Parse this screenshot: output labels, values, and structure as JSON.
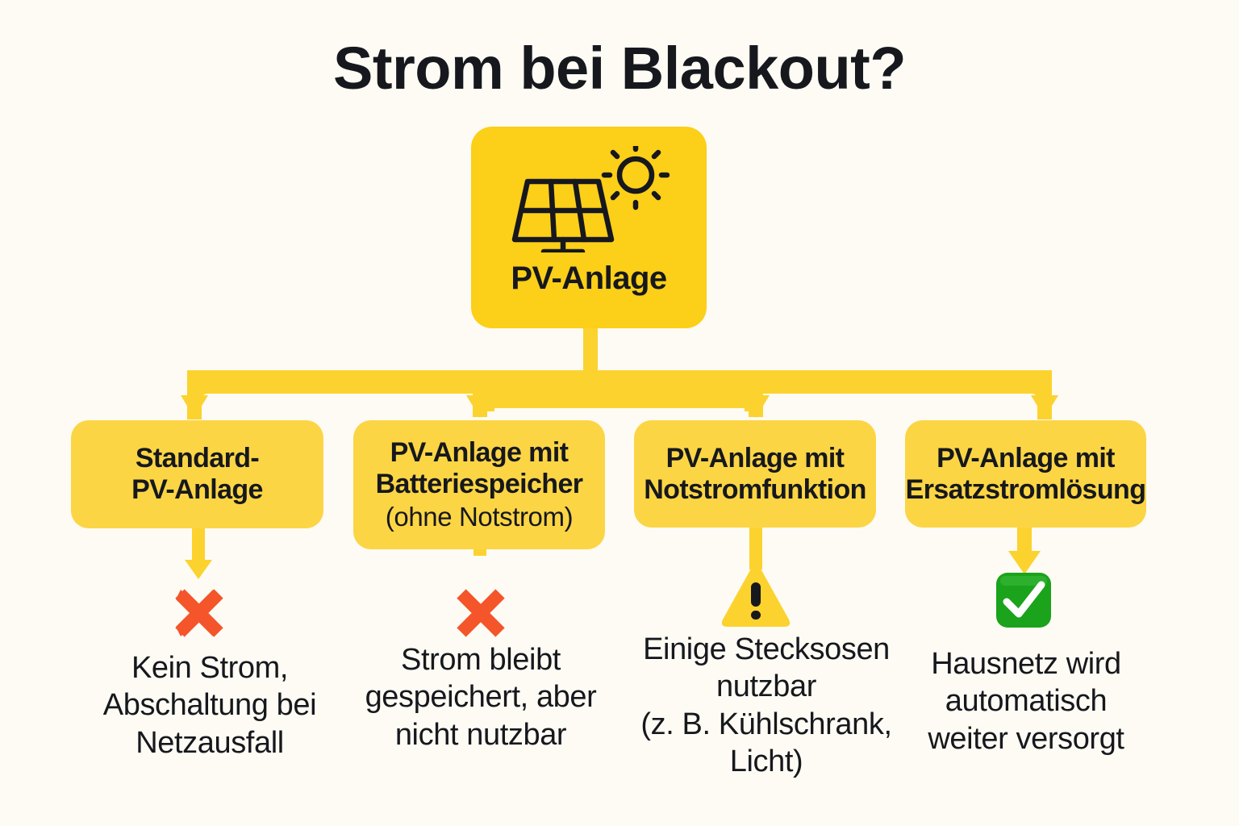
{
  "page": {
    "title": "Strom bei Blackout?",
    "background_color": "#FDFBF4",
    "text_color": "#16181D"
  },
  "colors": {
    "root_yellow": "#FCCF18",
    "branch_yellow": "#FCD545",
    "connector_yellow": "#FCD22E",
    "x_red": "#F4552A",
    "check_green": "#1BA31B",
    "warn_yellow": "#FCD22E"
  },
  "root": {
    "label": "PV-Anlage",
    "icon": "solar-panel-sun-icon"
  },
  "branches": [
    {
      "title": "Standard-\nPV-Anlage",
      "subtitle": "",
      "outcome_icon": "x-mark-icon",
      "caption": "Kein Strom,\nAbschaltung bei\nNetzausfall"
    },
    {
      "title": "PV-Anlage mit\nBatteriespeicher",
      "subtitle": "(ohne Notstrom)",
      "outcome_icon": "x-mark-icon",
      "caption": "Strom bleibt\ngespeichert, aber\nnicht nutzbar"
    },
    {
      "title": "PV-Anlage mit\nNotstromfunktion",
      "subtitle": "",
      "outcome_icon": "warning-triangle-icon",
      "caption": "Einige Stecksosen\nnutzbar\n(z. B. Kühlschrank,\nLicht)"
    },
    {
      "title": "PV-Anlage mit\nErsatzstromlösung",
      "subtitle": "",
      "outcome_icon": "green-check-icon",
      "caption": "Hausnetz wird\nautomatisch\nweiter versorgt"
    }
  ]
}
